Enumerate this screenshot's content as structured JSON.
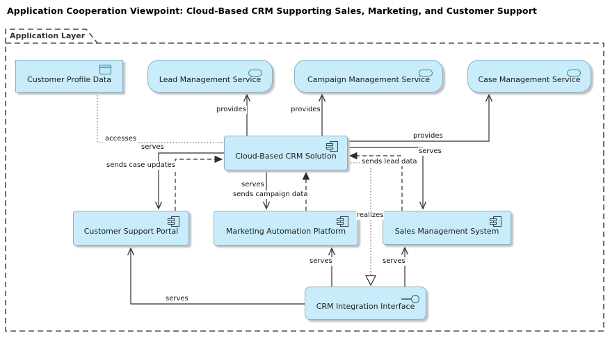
{
  "title": "Application Cooperation Viewpoint: Cloud-Based CRM Supporting Sales, Marketing, and Customer Support",
  "group": {
    "label": "Application Layer"
  },
  "nodes": [
    {
      "id": "customer-profile-data",
      "label": "Customer Profile Data",
      "type": "data-object",
      "icon": "data-object-icon"
    },
    {
      "id": "lead-management-service",
      "label": "Lead Management Service",
      "type": "application-service",
      "icon": "service-oval-icon"
    },
    {
      "id": "campaign-management-service",
      "label": "Campaign Management Service",
      "type": "application-service",
      "icon": "service-oval-icon"
    },
    {
      "id": "case-management-service",
      "label": "Case Management Service",
      "type": "application-service",
      "icon": "service-oval-icon"
    },
    {
      "id": "cloud-based-crm-solution",
      "label": "Cloud-Based CRM Solution",
      "type": "application-component",
      "icon": "component-icon"
    },
    {
      "id": "customer-support-portal",
      "label": "Customer Support Portal",
      "type": "application-component",
      "icon": "component-icon"
    },
    {
      "id": "marketing-automation-platform",
      "label": "Marketing Automation Platform",
      "type": "application-component",
      "icon": "component-icon"
    },
    {
      "id": "sales-management-system",
      "label": "Sales Management System",
      "type": "application-component",
      "icon": "component-icon"
    },
    {
      "id": "crm-integration-interface",
      "label": "CRM Integration Interface",
      "type": "application-interface",
      "icon": "interface-lollipop-icon"
    }
  ],
  "edges": [
    {
      "label": "provides",
      "type": "serving",
      "from": "cloud-based-crm-solution",
      "to": "lead-management-service"
    },
    {
      "label": "provides",
      "type": "serving",
      "from": "cloud-based-crm-solution",
      "to": "campaign-management-service"
    },
    {
      "label": "provides",
      "type": "serving",
      "from": "cloud-based-crm-solution",
      "to": "case-management-service"
    },
    {
      "label": "serves",
      "type": "serving",
      "from": "cloud-based-crm-solution",
      "to": "sales-management-system"
    },
    {
      "label": "sends lead data",
      "type": "flow",
      "from": "sales-management-system",
      "to": "cloud-based-crm-solution"
    },
    {
      "label": "realizes",
      "type": "realization",
      "from": "cloud-based-crm-solution",
      "to": "crm-integration-interface"
    },
    {
      "label": "accesses",
      "type": "access",
      "from": "cloud-based-crm-solution",
      "to": "customer-profile-data"
    },
    {
      "label": "serves",
      "type": "serving",
      "from": "cloud-based-crm-solution",
      "to": "customer-support-portal"
    },
    {
      "label": "sends case updates",
      "type": "flow",
      "from": "customer-support-portal",
      "to": "cloud-based-crm-solution"
    },
    {
      "label": "serves",
      "type": "serving",
      "from": "cloud-based-crm-solution",
      "to": "marketing-automation-platform"
    },
    {
      "label": "sends campaign data",
      "type": "flow",
      "from": "marketing-automation-platform",
      "to": "cloud-based-crm-solution"
    },
    {
      "label": "serves",
      "type": "serving",
      "from": "crm-integration-interface",
      "to": "customer-support-portal"
    },
    {
      "label": "serves",
      "type": "serving",
      "from": "crm-integration-interface",
      "to": "marketing-automation-platform"
    },
    {
      "label": "serves",
      "type": "serving",
      "from": "crm-integration-interface",
      "to": "sales-management-system"
    }
  ],
  "colors": {
    "node_fill": "#c8ecfa",
    "node_border": "#8cafc4",
    "icon_stroke": "#3a7f8f",
    "icon_fill": "#c4efec",
    "edge": "#2e2e2e",
    "dotted_edge": "#6b6b6b",
    "group_border": "#4d4d4d"
  }
}
